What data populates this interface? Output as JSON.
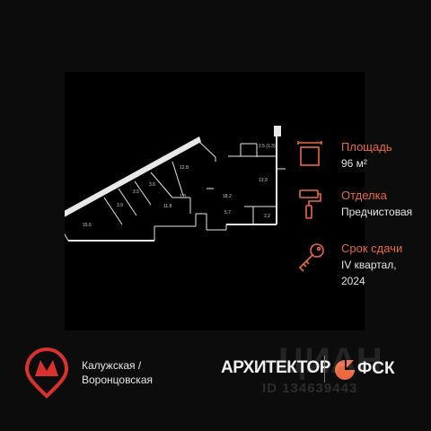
{
  "specs": {
    "area": {
      "label": "Площадь",
      "value": "96 м²"
    },
    "finish": {
      "label": "Отделка",
      "value": "Предчистовая"
    },
    "deadline": {
      "label": "Срок сдачи",
      "value_line1": "IV квартал,",
      "value_line2": "2024"
    }
  },
  "plan": {
    "rooms": [
      "15.6",
      "3.9",
      "2.5",
      "3.6",
      "12.8",
      "1.8",
      "11.8",
      "18.2",
      "5.7",
      "13.9",
      "2.2",
      "2.5 (1.3)"
    ]
  },
  "metro": {
    "line1": "Калужская /",
    "line2": "Воронцовская",
    "color": "#d7322c"
  },
  "brands": {
    "architect": "АРХИТЕКТОР",
    "fsk": "ФСК",
    "accent": "#ea6a42"
  },
  "watermark": {
    "big": "ЦИАН",
    "id": "ID 134639443"
  }
}
